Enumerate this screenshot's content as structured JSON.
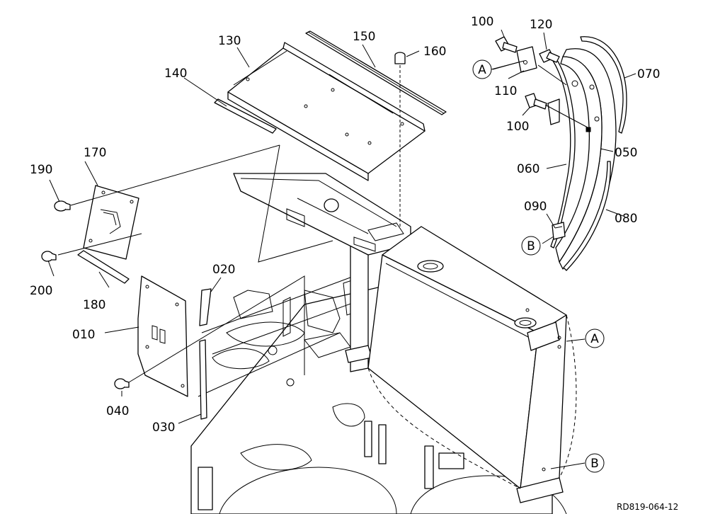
{
  "callouts": {
    "c010": "010",
    "c020": "020",
    "c030": "030",
    "c040": "040",
    "c050": "050",
    "c060": "060",
    "c070": "070",
    "c080": "080",
    "c090": "090",
    "c100a": "100",
    "c100b": "100",
    "c110": "110",
    "c120": "120",
    "c130": "130",
    "c140": "140",
    "c150": "150",
    "c160": "160",
    "c170": "170",
    "c180": "180",
    "c190": "190",
    "c200": "200"
  },
  "markers": {
    "a_top": "A",
    "a_body": "A",
    "b_top": "B",
    "b_body": "B"
  },
  "reference_code": "RD819-064-12"
}
